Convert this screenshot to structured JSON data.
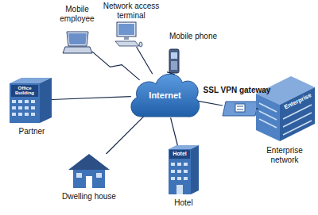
{
  "diagram": {
    "nodes": [
      {
        "text": [
          "Internet"
        ]
      },
      {
        "text": [
          "Mobile employee"
        ]
      },
      {
        "text": [
          "Network access terminal"
        ]
      },
      {
        "text": [
          "Mobile phone"
        ]
      },
      {
        "text": [
          "Partner"
        ]
      },
      {
        "text": [
          "SSL VPN gateway"
        ]
      },
      {
        "text": [
          "Enterprise network"
        ]
      },
      {
        "text": [
          "Dwelling house"
        ]
      },
      {
        "text": [
          "Hotel"
        ]
      }
    ],
    "edges": [
      {
        "from": 0,
        "to": 1,
        "arrow": "none"
      },
      {
        "from": 0,
        "to": 2,
        "arrow": "none"
      },
      {
        "from": 0,
        "to": 3,
        "arrow": "none"
      },
      {
        "from": 0,
        "to": 4,
        "arrow": "none"
      },
      {
        "from": 0,
        "to": 5,
        "arrow": "none"
      },
      {
        "from": 5,
        "to": 6,
        "arrow": "none"
      },
      {
        "from": 0,
        "to": 7,
        "arrow": "none"
      },
      {
        "from": 0,
        "to": 8,
        "arrow": "none"
      }
    ],
    "labels": [
      "Office Building",
      "Enterprise",
      "Hotel"
    ]
  }
}
